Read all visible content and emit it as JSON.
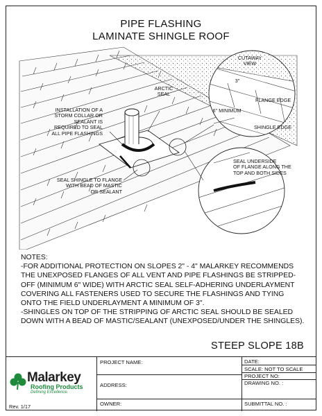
{
  "title": {
    "line1": "PIPE FLASHING",
    "line2": "LAMINATE SHINGLE ROOF"
  },
  "callouts": {
    "cutaway": "CUTAWAY\nVIEW",
    "three_inch": "3\"",
    "flange_edge": "FLANGE EDGE",
    "six_min": "6\" MINIMUM",
    "shingle_edge": "SHINGLE EDGE",
    "arctic_seal": "ARCTIC\nSEAL",
    "installation": "INSTALLATION OF A\nSTORM COLLAR OR\nSEALANT IS\nREQUIRED TO SEAL\nALL PIPE FLASHINGS",
    "seal_underside": "SEAL UNDERSIDE\nOF FLANGE ALONG THE\nTOP AND BOTH SIDES",
    "seal_shingle": "SEAL SHINGLE TO FLANGE\nWITH BEAD OF MASTIC\nOR SEALANT"
  },
  "notes": {
    "heading": "NOTES:",
    "note1": "-FOR ADDITIONAL PROTECTION ON SLOPES 2\" - 4\" MALARKEY RECOMMENDS THE UNEXPOSED FLANGES OF ALL VENT AND PIPE FLASHINGS BE STRIPPED-OFF (MINIMUM 6\" WIDE) WITH ARCTIC SEAL SELF-ADHERING UNDERLAYMENT COVERING ALL FASTENERS USED TO SECURE THE FLASHINGS AND TYING ONTO THE FIELD UNDERLAYMENT A MINIMUM OF 3\".",
    "note2": "-SHINGLES ON TOP OF THE STRIPPING OF ARCTIC SEAL SHOULD BE SEALED DOWN WITH A BEAD OF MASTIC/SEALANT (UNEXPOSED/UNDER THE SHINGLES)."
  },
  "detail_id": "STEEP SLOPE 18B",
  "title_block": {
    "logo_name": "Malarkey",
    "logo_sub": "Roofing Products",
    "logo_tag": "Defining Excellence.",
    "rev": "Rev. 1/17",
    "project_name": "PROJECT NAME:",
    "address": "ADDRESS:",
    "owner": "OWNER:",
    "date": "DATE:",
    "scale": "SCALE:  NOT TO SCALE",
    "project_no": "PROJECT NO:",
    "drawing_no": "DRAWING NO. :",
    "submittal_no": "SUBMITTAL NO. :"
  },
  "colors": {
    "logo_green": "#1f8a3c",
    "line": "#222222"
  }
}
